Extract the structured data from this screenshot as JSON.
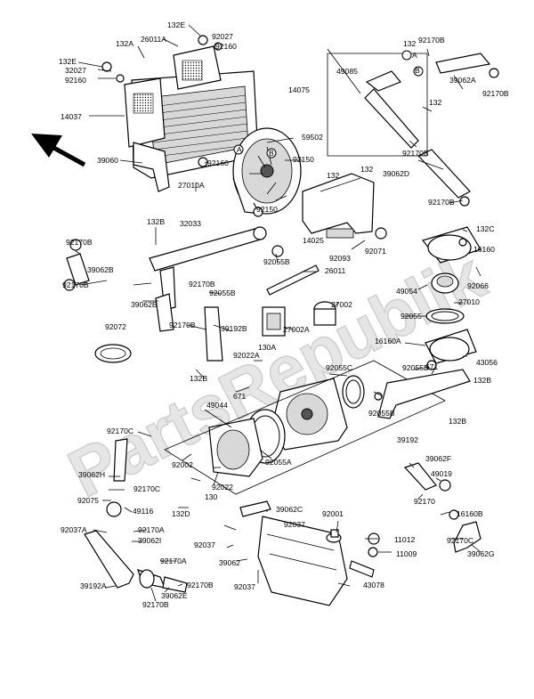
{
  "watermark": "PartsRepublik",
  "labels": [
    {
      "id": "l01",
      "text": "132E"
    },
    {
      "id": "l02",
      "text": "132A"
    },
    {
      "id": "l03",
      "text": "26011A"
    },
    {
      "id": "l04",
      "text": "92027"
    },
    {
      "id": "l05",
      "text": "92160"
    },
    {
      "id": "l06",
      "text": "132E"
    },
    {
      "id": "l07",
      "text": "32027"
    },
    {
      "id": "l08",
      "text": "92160"
    },
    {
      "id": "l09",
      "text": "14037"
    },
    {
      "id": "l10",
      "text": "132"
    },
    {
      "id": "l11",
      "text": "92170B"
    },
    {
      "id": "l12",
      "text": "49085"
    },
    {
      "id": "l13",
      "text": "39062A"
    },
    {
      "id": "l14",
      "text": "92170B"
    },
    {
      "id": "l15",
      "text": "14075"
    },
    {
      "id": "l16",
      "text": "132"
    },
    {
      "id": "l17",
      "text": "59502"
    },
    {
      "id": "l18",
      "text": "39060"
    },
    {
      "id": "l19",
      "text": "92160"
    },
    {
      "id": "l20",
      "text": "92150"
    },
    {
      "id": "l21",
      "text": "92170B"
    },
    {
      "id": "l22",
      "text": "132"
    },
    {
      "id": "l23",
      "text": "132"
    },
    {
      "id": "l24",
      "text": "39062D"
    },
    {
      "id": "l25",
      "text": "27010A"
    },
    {
      "id": "l26",
      "text": "92150"
    },
    {
      "id": "l27",
      "text": "92170B"
    },
    {
      "id": "l28",
      "text": "132B"
    },
    {
      "id": "l29",
      "text": "32033"
    },
    {
      "id": "l30",
      "text": "132C"
    },
    {
      "id": "l31",
      "text": "14025"
    },
    {
      "id": "l32",
      "text": "92093"
    },
    {
      "id": "l33",
      "text": "92071"
    },
    {
      "id": "l34",
      "text": "16160"
    },
    {
      "id": "l35",
      "text": "92170B"
    },
    {
      "id": "l36",
      "text": "92055B"
    },
    {
      "id": "l37",
      "text": "39062B"
    },
    {
      "id": "l38",
      "text": "26011"
    },
    {
      "id": "l39",
      "text": "92066"
    },
    {
      "id": "l40",
      "text": "92170B"
    },
    {
      "id": "l41",
      "text": "92170B"
    },
    {
      "id": "l42",
      "text": "92055B"
    },
    {
      "id": "l43",
      "text": "49054"
    },
    {
      "id": "l44",
      "text": "39062B"
    },
    {
      "id": "l45",
      "text": "27002"
    },
    {
      "id": "l46",
      "text": "27010"
    },
    {
      "id": "l47",
      "text": "92055"
    },
    {
      "id": "l48",
      "text": "92170B"
    },
    {
      "id": "l49",
      "text": "39192B"
    },
    {
      "id": "l50",
      "text": "27002A"
    },
    {
      "id": "l51",
      "text": "92072"
    },
    {
      "id": "l52",
      "text": "130A"
    },
    {
      "id": "l53",
      "text": "16160A"
    },
    {
      "id": "l54",
      "text": "43056"
    },
    {
      "id": "l55",
      "text": "92022A"
    },
    {
      "id": "l56",
      "text": "92055C"
    },
    {
      "id": "l57",
      "text": "92055B"
    },
    {
      "id": "l58",
      "text": "671"
    },
    {
      "id": "l59",
      "text": "132B"
    },
    {
      "id": "l60",
      "text": "671"
    },
    {
      "id": "l61",
      "text": "49044"
    },
    {
      "id": "l62",
      "text": "92055B"
    },
    {
      "id": "l63",
      "text": "132B"
    },
    {
      "id": "l64",
      "text": "132B"
    },
    {
      "id": "l65",
      "text": "92170C"
    },
    {
      "id": "l66",
      "text": "39192"
    },
    {
      "id": "l67",
      "text": "92002"
    },
    {
      "id": "l68",
      "text": "92055A"
    },
    {
      "id": "l69",
      "text": "39062F"
    },
    {
      "id": "l70",
      "text": "39062H"
    },
    {
      "id": "l71",
      "text": "92170C"
    },
    {
      "id": "l72",
      "text": "92022"
    },
    {
      "id": "l73",
      "text": "49019"
    },
    {
      "id": "l74",
      "text": "130"
    },
    {
      "id": "l75",
      "text": "92075"
    },
    {
      "id": "l76",
      "text": "49116"
    },
    {
      "id": "l77",
      "text": "132D"
    },
    {
      "id": "l78",
      "text": "92170"
    },
    {
      "id": "l79",
      "text": "39062C"
    },
    {
      "id": "l80",
      "text": "16160B"
    },
    {
      "id": "l81",
      "text": "92001"
    },
    {
      "id": "l82",
      "text": "92037A"
    },
    {
      "id": "l83",
      "text": "92170A"
    },
    {
      "id": "l84",
      "text": "92037"
    },
    {
      "id": "l85",
      "text": "39062I"
    },
    {
      "id": "l86",
      "text": "92037"
    },
    {
      "id": "l87",
      "text": "11012"
    },
    {
      "id": "l88",
      "text": "92170C"
    },
    {
      "id": "l89",
      "text": "11009"
    },
    {
      "id": "l90",
      "text": "39062G"
    },
    {
      "id": "l91",
      "text": "92170A"
    },
    {
      "id": "l92",
      "text": "39062"
    },
    {
      "id": "l93",
      "text": "39192A"
    },
    {
      "id": "l94",
      "text": "92170B"
    },
    {
      "id": "l95",
      "text": "92037"
    },
    {
      "id": "l96",
      "text": "39062E"
    },
    {
      "id": "l97",
      "text": "43078"
    },
    {
      "id": "l98",
      "text": "92170B"
    },
    {
      "id": "l99",
      "text": "A"
    },
    {
      "id": "l100",
      "text": "B"
    },
    {
      "id": "l101",
      "text": "A"
    },
    {
      "id": "l102",
      "text": "B"
    }
  ]
}
